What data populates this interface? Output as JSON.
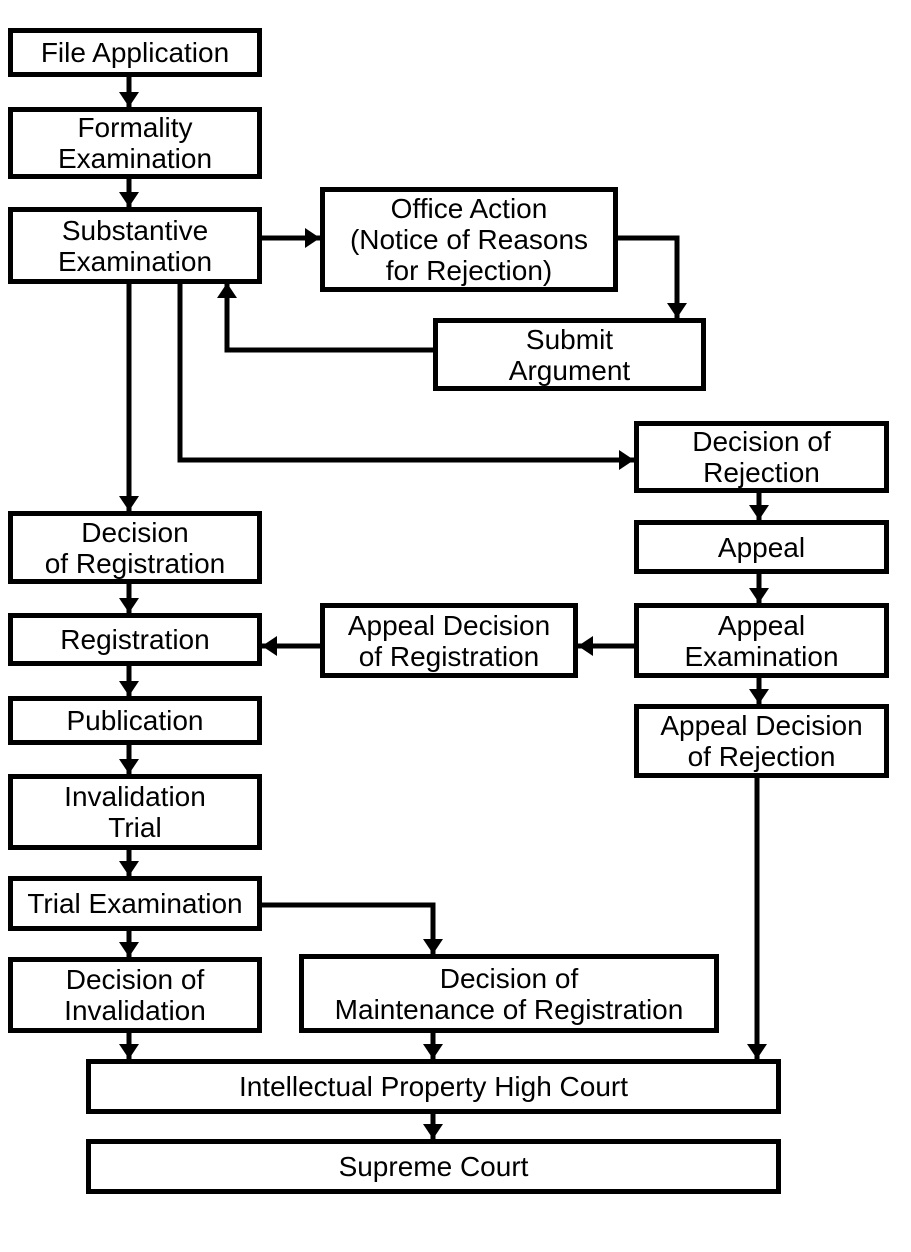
{
  "diagram": {
    "type": "flowchart",
    "background_color": "#ffffff",
    "box_border_color": "#000000",
    "arrow_color": "#000000",
    "text_color": "#000000",
    "nodes": {
      "file_application": {
        "label": "File Application"
      },
      "formality_examination": {
        "label": "Formality\nExamination"
      },
      "substantive_examination": {
        "label": "Substantive\nExamination"
      },
      "office_action": {
        "label": "Office Action\n(Notice of Reasons\nfor Rejection)"
      },
      "submit_argument": {
        "label": "Submit\nArgument"
      },
      "decision_of_rejection": {
        "label": "Decision of\nRejection"
      },
      "appeal": {
        "label": "Appeal"
      },
      "appeal_examination": {
        "label": "Appeal\nExamination"
      },
      "appeal_decision_of_registration": {
        "label": "Appeal Decision\nof Registration"
      },
      "appeal_decision_of_rejection": {
        "label": "Appeal Decision\nof Rejection"
      },
      "decision_of_registration": {
        "label": "Decision\nof Registration"
      },
      "registration": {
        "label": "Registration"
      },
      "publication": {
        "label": "Publication"
      },
      "invalidation_trial": {
        "label": "Invalidation\nTrial"
      },
      "trial_examination": {
        "label": "Trial Examination"
      },
      "decision_of_invalidation": {
        "label": "Decision of\nInvalidation"
      },
      "decision_of_maintenance": {
        "label": "Decision of\nMaintenance of Registration"
      },
      "ip_high_court": {
        "label": "Intellectual Property High Court"
      },
      "supreme_court": {
        "label": "Supreme Court"
      }
    },
    "edges": [
      {
        "from": "file_application",
        "to": "formality_examination"
      },
      {
        "from": "formality_examination",
        "to": "substantive_examination"
      },
      {
        "from": "substantive_examination",
        "to": "office_action"
      },
      {
        "from": "office_action",
        "to": "submit_argument"
      },
      {
        "from": "submit_argument",
        "to": "substantive_examination"
      },
      {
        "from": "substantive_examination",
        "to": "decision_of_registration"
      },
      {
        "from": "substantive_examination",
        "to": "decision_of_rejection"
      },
      {
        "from": "decision_of_rejection",
        "to": "appeal"
      },
      {
        "from": "appeal",
        "to": "appeal_examination"
      },
      {
        "from": "appeal_examination",
        "to": "appeal_decision_of_registration"
      },
      {
        "from": "appeal_examination",
        "to": "appeal_decision_of_rejection"
      },
      {
        "from": "appeal_decision_of_registration",
        "to": "registration"
      },
      {
        "from": "decision_of_registration",
        "to": "registration"
      },
      {
        "from": "registration",
        "to": "publication"
      },
      {
        "from": "publication",
        "to": "invalidation_trial"
      },
      {
        "from": "invalidation_trial",
        "to": "trial_examination"
      },
      {
        "from": "trial_examination",
        "to": "decision_of_invalidation"
      },
      {
        "from": "trial_examination",
        "to": "decision_of_maintenance"
      },
      {
        "from": "decision_of_invalidation",
        "to": "ip_high_court"
      },
      {
        "from": "decision_of_maintenance",
        "to": "ip_high_court"
      },
      {
        "from": "appeal_decision_of_rejection",
        "to": "ip_high_court"
      },
      {
        "from": "ip_high_court",
        "to": "supreme_court"
      }
    ]
  }
}
